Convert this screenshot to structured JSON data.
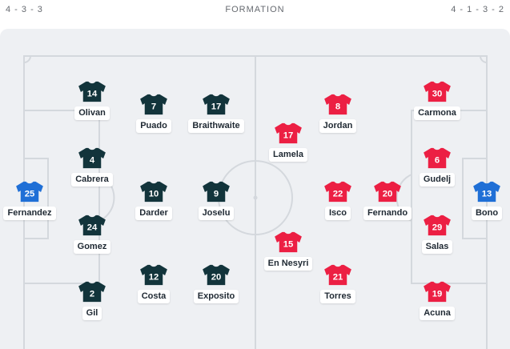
{
  "header": {
    "home_formation": "4 - 3 - 3",
    "title": "FORMATION",
    "away_formation": "4 - 1 - 3 - 2"
  },
  "colors": {
    "home_outfield": "#12343b",
    "home_keeper": "#1f6fd6",
    "away_outfield": "#ec1f43",
    "away_keeper": "#1f6fd6",
    "pitch": "#eef0f3",
    "lines": "#d4d8dd"
  },
  "home_players": [
    {
      "number": "14",
      "name": "Olivan"
    },
    {
      "number": "7",
      "name": "Puado"
    },
    {
      "number": "17",
      "name": "Braithwaite"
    },
    {
      "number": "4",
      "name": "Cabrera"
    },
    {
      "number": "25",
      "name": "Fernandez"
    },
    {
      "number": "10",
      "name": "Darder"
    },
    {
      "number": "9",
      "name": "Joselu"
    },
    {
      "number": "24",
      "name": "Gomez"
    },
    {
      "number": "12",
      "name": "Costa"
    },
    {
      "number": "20",
      "name": "Exposito"
    },
    {
      "number": "2",
      "name": "Gil"
    }
  ],
  "away_players": [
    {
      "number": "30",
      "name": "Carmona"
    },
    {
      "number": "8",
      "name": "Jordan"
    },
    {
      "number": "17",
      "name": "Lamela"
    },
    {
      "number": "6",
      "name": "Gudelj"
    },
    {
      "number": "22",
      "name": "Isco"
    },
    {
      "number": "20",
      "name": "Fernando"
    },
    {
      "number": "13",
      "name": "Bono"
    },
    {
      "number": "29",
      "name": "Salas"
    },
    {
      "number": "15",
      "name": "En Nesyri"
    },
    {
      "number": "21",
      "name": "Torres"
    },
    {
      "number": "19",
      "name": "Acuna"
    }
  ]
}
